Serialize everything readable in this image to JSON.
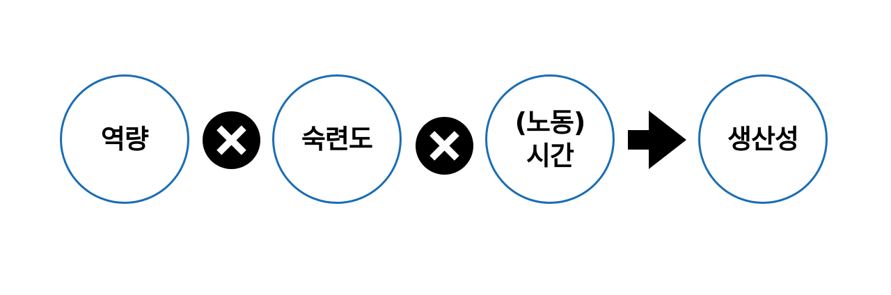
{
  "diagram": {
    "nodes": [
      {
        "label": "역량"
      },
      {
        "label": "숙련도"
      },
      {
        "label": "(노동)\n시간"
      },
      {
        "label": "생산성"
      }
    ],
    "operators": [
      {
        "symbol": "×",
        "icon": "times-circle-icon"
      },
      {
        "symbol": "×",
        "icon": "times-circle-icon"
      },
      {
        "symbol": "→",
        "icon": "arrow-right-icon"
      }
    ],
    "colors": {
      "node_border": "#1a6db3",
      "operator_fill": "#000000",
      "operator_glyph": "#ffffff",
      "text": "#000000",
      "background": "#ffffff"
    }
  }
}
